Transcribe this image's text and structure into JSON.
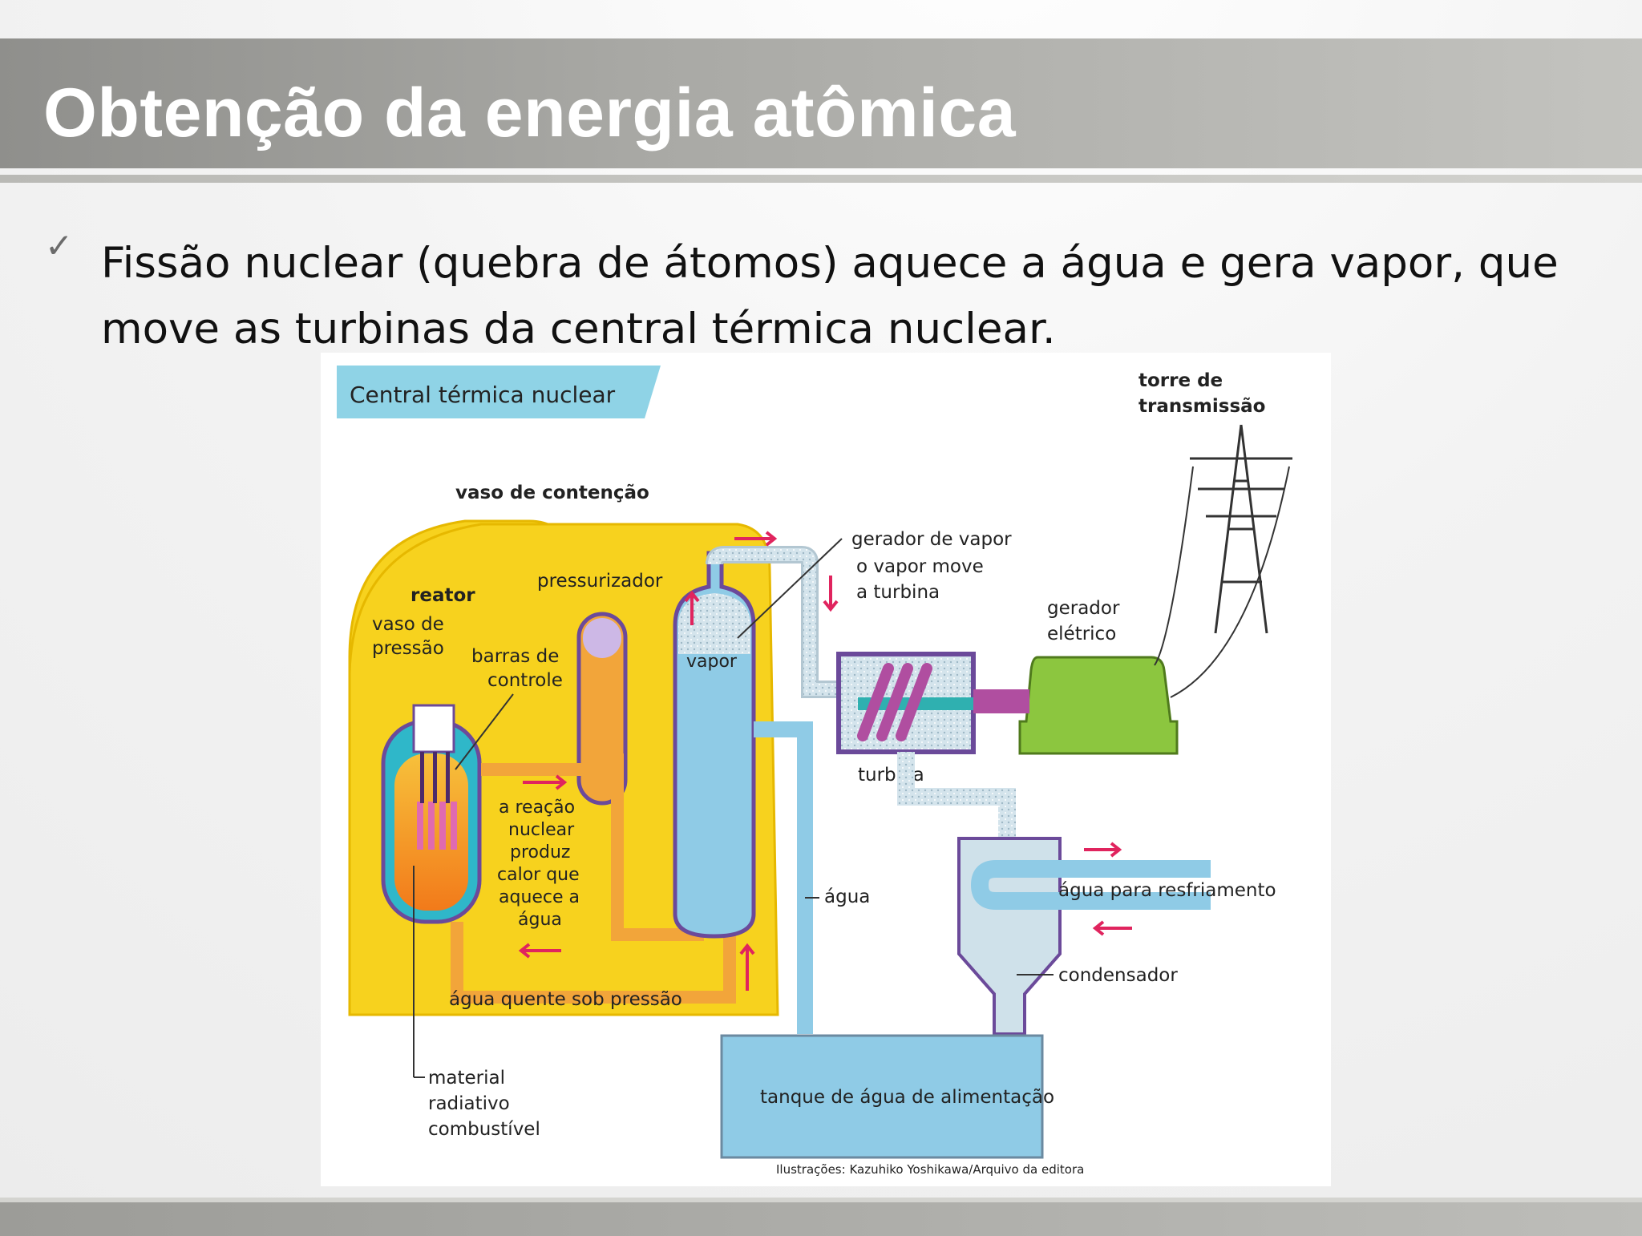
{
  "slide": {
    "title": "Obtenção da energia atômica",
    "bullet_mark": "✓",
    "bullet_text": "Fissão nuclear (quebra de átomos) aquece a água e gera vapor, que move as turbinas da central térmica nuclear."
  },
  "diagram": {
    "header": "Central térmica nuclear",
    "labels": {
      "tower": [
        "torre de",
        "transmissão"
      ],
      "containment": "vaso de contenção",
      "reactor": "reator",
      "pressure_vessel": [
        "vaso de",
        "pressão"
      ],
      "control_rods": [
        "barras de",
        "controle"
      ],
      "pressurizer": "pressurizador",
      "steam": "vapor",
      "steam_generator": "gerador de vapor",
      "steam_moves": [
        "o vapor move",
        "a turbina"
      ],
      "generator": [
        "gerador",
        "elétrico"
      ],
      "turbine": "turbina",
      "reaction": [
        "a reação",
        "nuclear",
        "produz",
        "calor que",
        "aquece a",
        "água"
      ],
      "water": "água",
      "cooling_water": "água para resfriamento",
      "condenser": "condensador",
      "hot_water": "água quente sob pressão",
      "fuel": [
        "material",
        "radiativo",
        "combustível"
      ],
      "tank": "tanque de água de alimentação",
      "credit": "Ilustrações: Kazuhiko Yoshikawa/Arquivo da editora"
    },
    "colors": {
      "containment": "#f7d21e",
      "hot_water": "#f2a53a",
      "cold_water": "#8fcbe6",
      "steam": "#c8dbe6",
      "vessel_outline": "#6b4a9a",
      "generator": "#8cc63f",
      "arrow": "#e0245e",
      "header_bg": "#8fd3e6"
    }
  }
}
